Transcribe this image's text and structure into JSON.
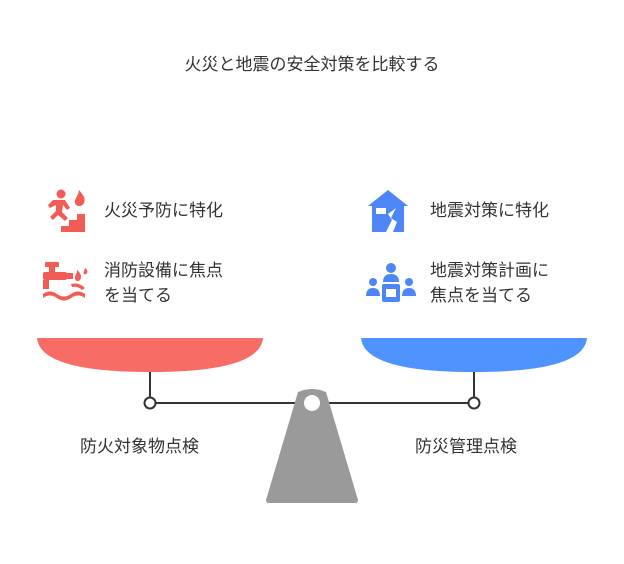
{
  "title": "火災と地震の安全対策を比較する",
  "left": {
    "items": [
      {
        "icon": "fire-escape-icon",
        "lines": [
          "火災予防に特化"
        ]
      },
      {
        "icon": "fire-hydrant-icon",
        "lines": [
          "消防設備に焦点",
          "を当てる"
        ]
      }
    ],
    "footer": "防火対象物点検",
    "color": "#F76C65"
  },
  "right": {
    "items": [
      {
        "icon": "earthquake-house-icon",
        "lines": [
          "地震対策に特化"
        ]
      },
      {
        "icon": "people-planning-icon",
        "lines": [
          "地震対策計画に",
          "焦点を当てる"
        ]
      }
    ],
    "footer": "防災管理点検",
    "color": "#4F93FF"
  },
  "colors": {
    "beam": "#333333",
    "stand": "#9A9A9A",
    "text": "#333333"
  }
}
